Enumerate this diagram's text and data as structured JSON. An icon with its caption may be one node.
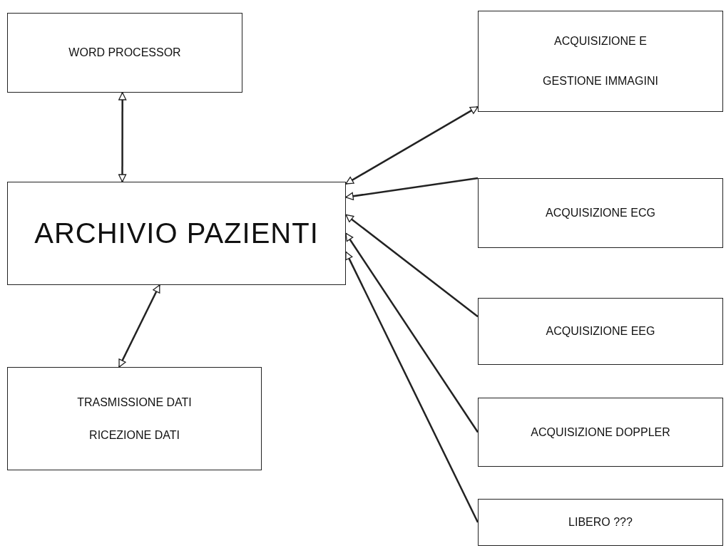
{
  "diagram": {
    "nodes": [
      {
        "text": [
          "WORD PROCESSOR"
        ]
      },
      {
        "text": [
          "ARCHIVIO PAZIENTI"
        ]
      },
      {
        "text": [
          "TRASMISSIONE DATI",
          "RICEZIONE DATI"
        ]
      },
      {
        "text": [
          "ACQUISIZIONE E GESTIONE IMMAGINI"
        ]
      },
      {
        "text": [
          "ACQUISIZIONE ECG"
        ]
      },
      {
        "text": [
          "ACQUISIZIONE EEG"
        ]
      },
      {
        "text": [
          "ACQUISIZIONE DOPPLER"
        ]
      },
      {
        "text": [
          "LIBERO ???"
        ]
      }
    ],
    "edges": [
      {
        "from": 0,
        "to": 1,
        "arrow": "both"
      },
      {
        "from": 1,
        "to": 2,
        "arrow": "both"
      },
      {
        "from": 3,
        "to": 1,
        "arrow": "both"
      },
      {
        "from": 4,
        "to": 1,
        "arrow": "to"
      },
      {
        "from": 5,
        "to": 1,
        "arrow": "to"
      },
      {
        "from": 6,
        "to": 1,
        "arrow": "to"
      },
      {
        "from": 7,
        "to": 1,
        "arrow": "to"
      }
    ]
  }
}
